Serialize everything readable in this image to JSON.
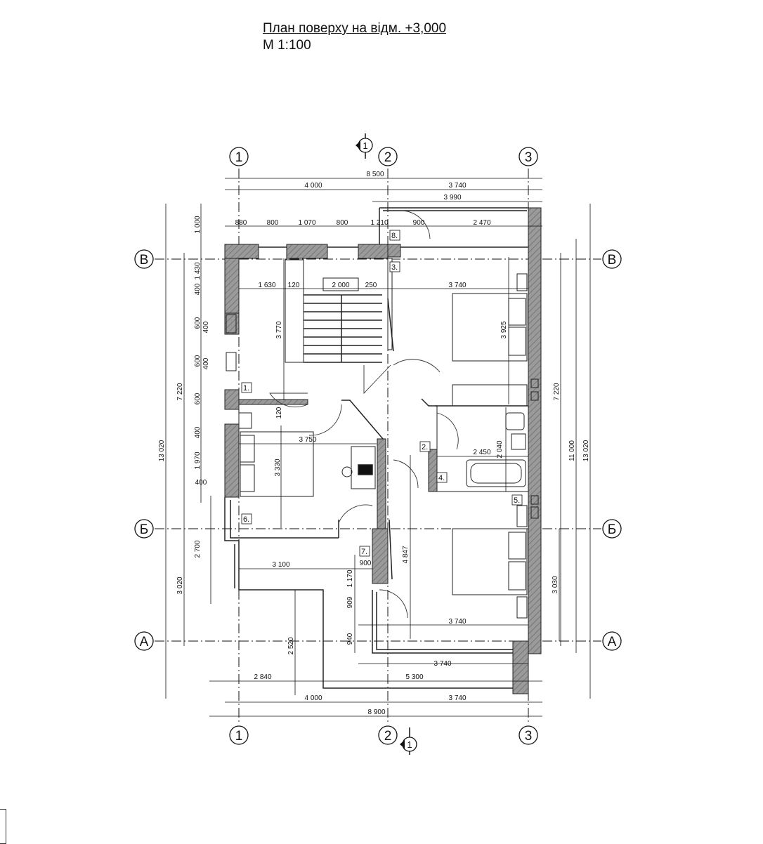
{
  "title": "План поверху на відм. +3,000",
  "scale": "М 1:100",
  "section_mark": "1",
  "axes": {
    "vertical": [
      "1",
      "2",
      "3"
    ],
    "horizontal": [
      "В",
      "Б",
      "А"
    ]
  },
  "rooms": [
    "1.",
    "2.",
    "3.",
    "4.",
    "5.",
    "6.",
    "7.",
    "8."
  ],
  "dims": {
    "top_total": "8 500",
    "top_1_2": "4 000",
    "top_2_3": "3 740",
    "top_balcony": "3 990",
    "top_segments": [
      "880",
      "800",
      "1 070",
      "800",
      "1 210",
      "900",
      "2 470"
    ],
    "left_1000": "1 000",
    "left_stack": [
      "1 430",
      "400",
      "600",
      "400",
      "600",
      "400",
      "600",
      "400",
      "1 970",
      "400"
    ],
    "left_7220": "7 220",
    "left_13020": "13 020",
    "left_2700": "2 700",
    "left_3020": "3 020",
    "left_2520": "2 520",
    "stair_1630": "1 630",
    "stair_120": "120",
    "stair_2000": "2 000",
    "stair_250": "250",
    "stair_3770": "3 770",
    "room_3740_top": "3 740",
    "room_3925": "3 925",
    "hall_120": "120",
    "bed_3750": "3 750",
    "bed_3330": "3 330",
    "bath_2450": "2 450",
    "bath_2040": "2 040",
    "corr_4847": "4 847",
    "terrace_3100": "3 100",
    "door_900": "900",
    "v_1170": "1 170",
    "v_909": "909",
    "v_940": "940",
    "room_3740_bottom": "3 740",
    "balc_3740": "3 740",
    "v_3030": "3 030",
    "right_7220": "7 220",
    "right_11000": "11 000",
    "right_13020": "13 020",
    "bottom_2840": "2 840",
    "bottom_5300": "5 300",
    "bottom_4000": "4 000",
    "bottom_3740": "3 740",
    "bottom_total": "8 900"
  }
}
